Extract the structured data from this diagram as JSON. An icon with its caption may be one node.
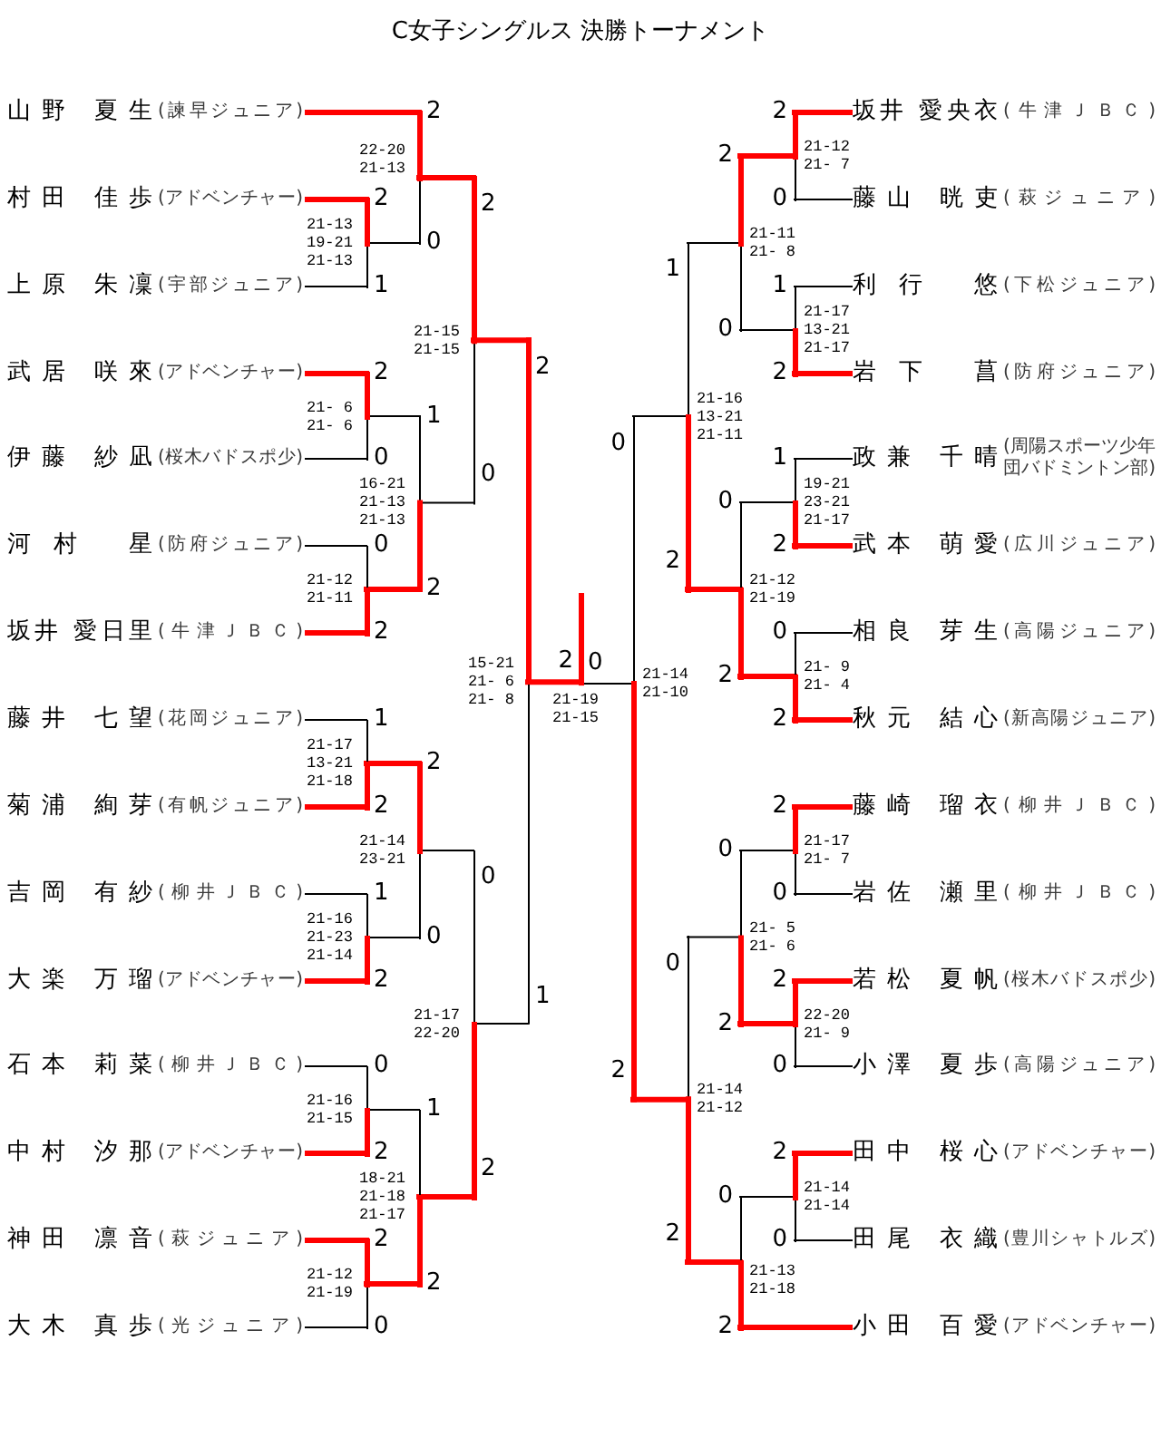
{
  "diagram": {
    "title": "C女子シングルス 決勝トーナメント",
    "nodes": [
      {
        "text": [
          "山野 夏生",
          "(諫早ジュニア)"
        ]
      },
      {
        "text": [
          "村田 佳歩",
          "(アドベンチャー)"
        ]
      },
      {
        "text": [
          "上原 朱凜",
          "(宇部ジュニア)"
        ]
      },
      {
        "text": [
          "武居 咲來",
          "(アドベンチャー)"
        ]
      },
      {
        "text": [
          "伊藤 紗凪",
          "(桜木バドスポ少)"
        ]
      },
      {
        "text": [
          "河村 星",
          "(防府ジュニア)"
        ]
      },
      {
        "text": [
          "坂井 愛日里",
          "(牛津ＪＢＣ)"
        ]
      },
      {
        "text": [
          "藤井 七望",
          "(花岡ジュニア)"
        ]
      },
      {
        "text": [
          "菊浦 絢芽",
          "(有帆ジュニア)"
        ]
      },
      {
        "text": [
          "吉岡 有紗",
          "(柳井ＪＢＣ)"
        ]
      },
      {
        "text": [
          "大楽 万瑠",
          "(アドベンチャー)"
        ]
      },
      {
        "text": [
          "石本 莉菜",
          "(柳井ＪＢＣ)"
        ]
      },
      {
        "text": [
          "中村 汐那",
          "(アドベンチャー)"
        ]
      },
      {
        "text": [
          "神田 凛音",
          "(萩ジュニア)"
        ]
      },
      {
        "text": [
          "大木 真歩",
          "(光ジュニア)"
        ]
      },
      {
        "text": [],
        "shape": "bar",
        "beside": [
          "21-13 19-21 21-13"
        ]
      },
      {
        "text": [],
        "shape": "bar",
        "beside": [
          "21- 6 21- 6"
        ]
      },
      {
        "text": [],
        "shape": "bar",
        "beside": [
          "21-12 21-11"
        ]
      },
      {
        "text": [],
        "shape": "bar",
        "beside": [
          "21-17 13-21 21-18"
        ]
      },
      {
        "text": [],
        "shape": "bar",
        "beside": [
          "21-16 21-23 21-14"
        ]
      },
      {
        "text": [],
        "shape": "bar",
        "beside": [
          "21-16 21-15"
        ]
      },
      {
        "text": [],
        "shape": "bar",
        "beside": [
          "21-12 21-19"
        ]
      },
      {
        "text": [],
        "shape": "bar",
        "beside": [
          "22-20 21-13"
        ]
      },
      {
        "text": [],
        "shape": "bar",
        "beside": [
          "16-21 21-13 21-13"
        ]
      },
      {
        "text": [],
        "shape": "bar",
        "beside": [
          "21-14 23-21"
        ]
      },
      {
        "text": [],
        "shape": "bar",
        "beside": [
          "18-21 21-18 21-17"
        ]
      },
      {
        "text": [],
        "shape": "bar",
        "beside": [
          "21-15 21-15"
        ]
      },
      {
        "text": [],
        "shape": "bar",
        "beside": [
          "21-17 22-20"
        ]
      },
      {
        "text": [],
        "shape": "bar",
        "beside": [
          "15-21 21- 6 21- 8"
        ]
      },
      {
        "text": [],
        "shape": "bar",
        "beside": [
          "21-19 21-15"
        ]
      },
      {
        "text": [],
        "shape": "bar",
        "beside": [
          "21-14 21-10"
        ]
      },
      {
        "text": [],
        "shape": "bar",
        "beside": [
          "21-16 13-21 21-11"
        ]
      },
      {
        "text": [],
        "shape": "bar",
        "beside": [
          "21-14 21-12"
        ]
      },
      {
        "text": [],
        "shape": "bar",
        "beside": [
          "21-11 21- 8"
        ]
      },
      {
        "text": [],
        "shape": "bar",
        "beside": [
          "21-12 21-19"
        ]
      },
      {
        "text": [],
        "shape": "bar",
        "beside": [
          "21- 5 21- 6"
        ]
      },
      {
        "text": [],
        "shape": "bar",
        "beside": [
          "21-13 21-18"
        ]
      },
      {
        "text": [],
        "shape": "bar",
        "beside": [
          "21-12 21- 7"
        ]
      },
      {
        "text": [],
        "shape": "bar",
        "beside": [
          "21-17 13-21 21-17"
        ]
      },
      {
        "text": [],
        "shape": "bar",
        "beside": [
          "19-21 23-21 21-17"
        ]
      },
      {
        "text": [],
        "shape": "bar",
        "beside": [
          "21- 9 21- 4"
        ]
      },
      {
        "text": [],
        "shape": "bar",
        "beside": [
          "21-17 21- 7"
        ]
      },
      {
        "text": [],
        "shape": "bar",
        "beside": [
          "22-20 21- 9"
        ]
      },
      {
        "text": [],
        "shape": "bar",
        "beside": [
          "21-14 21-14"
        ]
      },
      {
        "text": [
          "坂井 愛央衣",
          "(牛津ＪＢＣ)"
        ]
      },
      {
        "text": [
          "藤山 晄吏",
          "(萩ジュニア)"
        ]
      },
      {
        "text": [
          "利行 悠",
          "(下松ジュニア)"
        ]
      },
      {
        "text": [
          "岩下 菖",
          "(防府ジュニア)"
        ]
      },
      {
        "text": [
          "政兼 千晴",
          "(周陽スポーツ少年団バドミントン部)"
        ]
      },
      {
        "text": [
          "武本 萌愛",
          "(広川ジュニア)"
        ]
      },
      {
        "text": [
          "相良 芽生",
          "(高陽ジュニア)"
        ]
      },
      {
        "text": [
          "秋元 結心",
          "(新高陽ジュニア)"
        ]
      },
      {
        "text": [
          "藤崎 瑠衣",
          "(柳井ＪＢＣ)"
        ]
      },
      {
        "text": [
          "岩佐 瀬里",
          "(柳井ＪＢＣ)"
        ]
      },
      {
        "text": [
          "若松 夏帆",
          "(桜木バドスポ少)"
        ]
      },
      {
        "text": [
          "小澤 夏歩",
          "(高陽ジュニア)"
        ]
      },
      {
        "text": [
          "田中 桜心",
          "(アドベンチャー)"
        ]
      },
      {
        "text": [
          "田尾 衣織",
          "(豊川シャトルズ)"
        ]
      },
      {
        "text": [
          "小田 百愛",
          "(アドベンチャー)"
        ]
      }
    ],
    "edges": [
      {
        "from": 1,
        "to": 15,
        "arrow": "none",
        "label": "2",
        "style": "thick",
        "color": "#ff0000"
      },
      {
        "from": 2,
        "to": 15,
        "arrow": "none",
        "label": "1",
        "color": "#000000"
      },
      {
        "from": 3,
        "to": 16,
        "arrow": "none",
        "label": "2",
        "style": "thick",
        "color": "#ff0000"
      },
      {
        "from": 4,
        "to": 16,
        "arrow": "none",
        "label": "0",
        "color": "#000000"
      },
      {
        "from": 5,
        "to": 17,
        "arrow": "none",
        "label": "0",
        "color": "#000000"
      },
      {
        "from": 6,
        "to": 17,
        "arrow": "none",
        "label": "2",
        "style": "thick",
        "color": "#ff0000"
      },
      {
        "from": 7,
        "to": 18,
        "arrow": "none",
        "label": "1",
        "color": "#000000"
      },
      {
        "from": 8,
        "to": 18,
        "arrow": "none",
        "label": "2",
        "style": "thick",
        "color": "#ff0000"
      },
      {
        "from": 9,
        "to": 19,
        "arrow": "none",
        "label": "1",
        "color": "#000000"
      },
      {
        "from": 10,
        "to": 19,
        "arrow": "none",
        "label": "2",
        "style": "thick",
        "color": "#ff0000"
      },
      {
        "from": 11,
        "to": 20,
        "arrow": "none",
        "label": "0",
        "color": "#000000"
      },
      {
        "from": 12,
        "to": 20,
        "arrow": "none",
        "label": "2",
        "style": "thick",
        "color": "#ff0000"
      },
      {
        "from": 13,
        "to": 21,
        "arrow": "none",
        "label": "2",
        "style": "thick",
        "color": "#ff0000"
      },
      {
        "from": 14,
        "to": 21,
        "arrow": "none",
        "label": "0",
        "color": "#000000"
      },
      {
        "from": 0,
        "to": 22,
        "arrow": "none",
        "label": "2",
        "style": "thick",
        "color": "#ff0000"
      },
      {
        "from": 15,
        "to": 22,
        "arrow": "none",
        "label": "0",
        "color": "#000000"
      },
      {
        "from": 16,
        "to": 23,
        "arrow": "none",
        "label": "1",
        "color": "#000000"
      },
      {
        "from": 17,
        "to": 23,
        "arrow": "none",
        "label": "2",
        "style": "thick",
        "color": "#ff0000"
      },
      {
        "from": 18,
        "to": 24,
        "arrow": "none",
        "label": "2",
        "style": "thick",
        "color": "#ff0000"
      },
      {
        "from": 19,
        "to": 24,
        "arrow": "none",
        "label": "0",
        "color": "#000000"
      },
      {
        "from": 20,
        "to": 25,
        "arrow": "none",
        "label": "1",
        "color": "#000000"
      },
      {
        "from": 21,
        "to": 25,
        "arrow": "none",
        "label": "2",
        "style": "thick",
        "color": "#ff0000"
      },
      {
        "from": 22,
        "to": 26,
        "arrow": "none",
        "label": "2",
        "style": "thick",
        "color": "#ff0000"
      },
      {
        "from": 23,
        "to": 26,
        "arrow": "none",
        "label": "0",
        "color": "#000000"
      },
      {
        "from": 24,
        "to": 27,
        "arrow": "none",
        "label": "0",
        "color": "#000000"
      },
      {
        "from": 25,
        "to": 27,
        "arrow": "none",
        "label": "2",
        "style": "thick",
        "color": "#ff0000"
      },
      {
        "from": 26,
        "to": 28,
        "arrow": "none",
        "label": "2",
        "style": "thick",
        "color": "#ff0000"
      },
      {
        "from": 27,
        "to": 28,
        "arrow": "none",
        "label": "1",
        "color": "#000000"
      },
      {
        "from": 28,
        "to": 29,
        "arrow": "none",
        "label": "2",
        "style": "thick",
        "color": "#ff0000"
      },
      {
        "from": 30,
        "to": 29,
        "arrow": "none",
        "label": "0",
        "color": "#000000"
      },
      {
        "from": 31,
        "to": 30,
        "arrow": "none",
        "label": "0",
        "color": "#000000"
      },
      {
        "from": 32,
        "to": 30,
        "arrow": "none",
        "label": "2",
        "style": "thick",
        "color": "#ff0000"
      },
      {
        "from": 33,
        "to": 31,
        "arrow": "none",
        "label": "1",
        "color": "#000000"
      },
      {
        "from": 34,
        "to": 31,
        "arrow": "none",
        "label": "2",
        "style": "thick",
        "color": "#ff0000"
      },
      {
        "from": 35,
        "to": 32,
        "arrow": "none",
        "label": "0",
        "color": "#000000"
      },
      {
        "from": 36,
        "to": 32,
        "arrow": "none",
        "label": "2",
        "style": "thick",
        "color": "#ff0000"
      },
      {
        "from": 37,
        "to": 33,
        "arrow": "none",
        "label": "2",
        "style": "thick",
        "color": "#ff0000"
      },
      {
        "from": 38,
        "to": 33,
        "arrow": "none",
        "label": "0",
        "color": "#000000"
      },
      {
        "from": 39,
        "to": 34,
        "arrow": "none",
        "label": "0",
        "color": "#000000"
      },
      {
        "from": 40,
        "to": 34,
        "arrow": "none",
        "label": "2",
        "style": "thick",
        "color": "#ff0000"
      },
      {
        "from": 41,
        "to": 35,
        "arrow": "none",
        "label": "0",
        "color": "#000000"
      },
      {
        "from": 42,
        "to": 35,
        "arrow": "none",
        "label": "2",
        "style": "thick",
        "color": "#ff0000"
      },
      {
        "from": 43,
        "to": 36,
        "arrow": "none",
        "label": "0",
        "color": "#000000"
      },
      {
        "from": 58,
        "to": 36,
        "arrow": "none",
        "label": "2",
        "style": "thick",
        "color": "#ff0000"
      },
      {
        "from": 44,
        "to": 37,
        "arrow": "none",
        "label": "2",
        "style": "thick",
        "color": "#ff0000"
      },
      {
        "from": 45,
        "to": 37,
        "arrow": "none",
        "label": "0",
        "color": "#000000"
      },
      {
        "from": 46,
        "to": 38,
        "arrow": "none",
        "label": "1",
        "color": "#000000"
      },
      {
        "from": 47,
        "to": 38,
        "arrow": "none",
        "label": "2",
        "style": "thick",
        "color": "#ff0000"
      },
      {
        "from": 48,
        "to": 39,
        "arrow": "none",
        "label": "1",
        "color": "#000000"
      },
      {
        "from": 49,
        "to": 39,
        "arrow": "none",
        "label": "2",
        "style": "thick",
        "color": "#ff0000"
      },
      {
        "from": 50,
        "to": 40,
        "arrow": "none",
        "label": "0",
        "color": "#000000"
      },
      {
        "from": 51,
        "to": 40,
        "arrow": "none",
        "label": "2",
        "style": "thick",
        "color": "#ff0000"
      },
      {
        "from": 52,
        "to": 41,
        "arrow": "none",
        "label": "2",
        "style": "thick",
        "color": "#ff0000"
      },
      {
        "from": 53,
        "to": 41,
        "arrow": "none",
        "label": "0",
        "color": "#000000"
      },
      {
        "from": 54,
        "to": 42,
        "arrow": "none",
        "label": "2",
        "style": "thick",
        "color": "#ff0000"
      },
      {
        "from": 55,
        "to": 42,
        "arrow": "none",
        "label": "0",
        "color": "#000000"
      },
      {
        "from": 56,
        "to": 43,
        "arrow": "none",
        "label": "2",
        "style": "thick",
        "color": "#ff0000"
      },
      {
        "from": 57,
        "to": 43,
        "arrow": "none",
        "label": "0",
        "color": "#000000"
      }
    ]
  }
}
